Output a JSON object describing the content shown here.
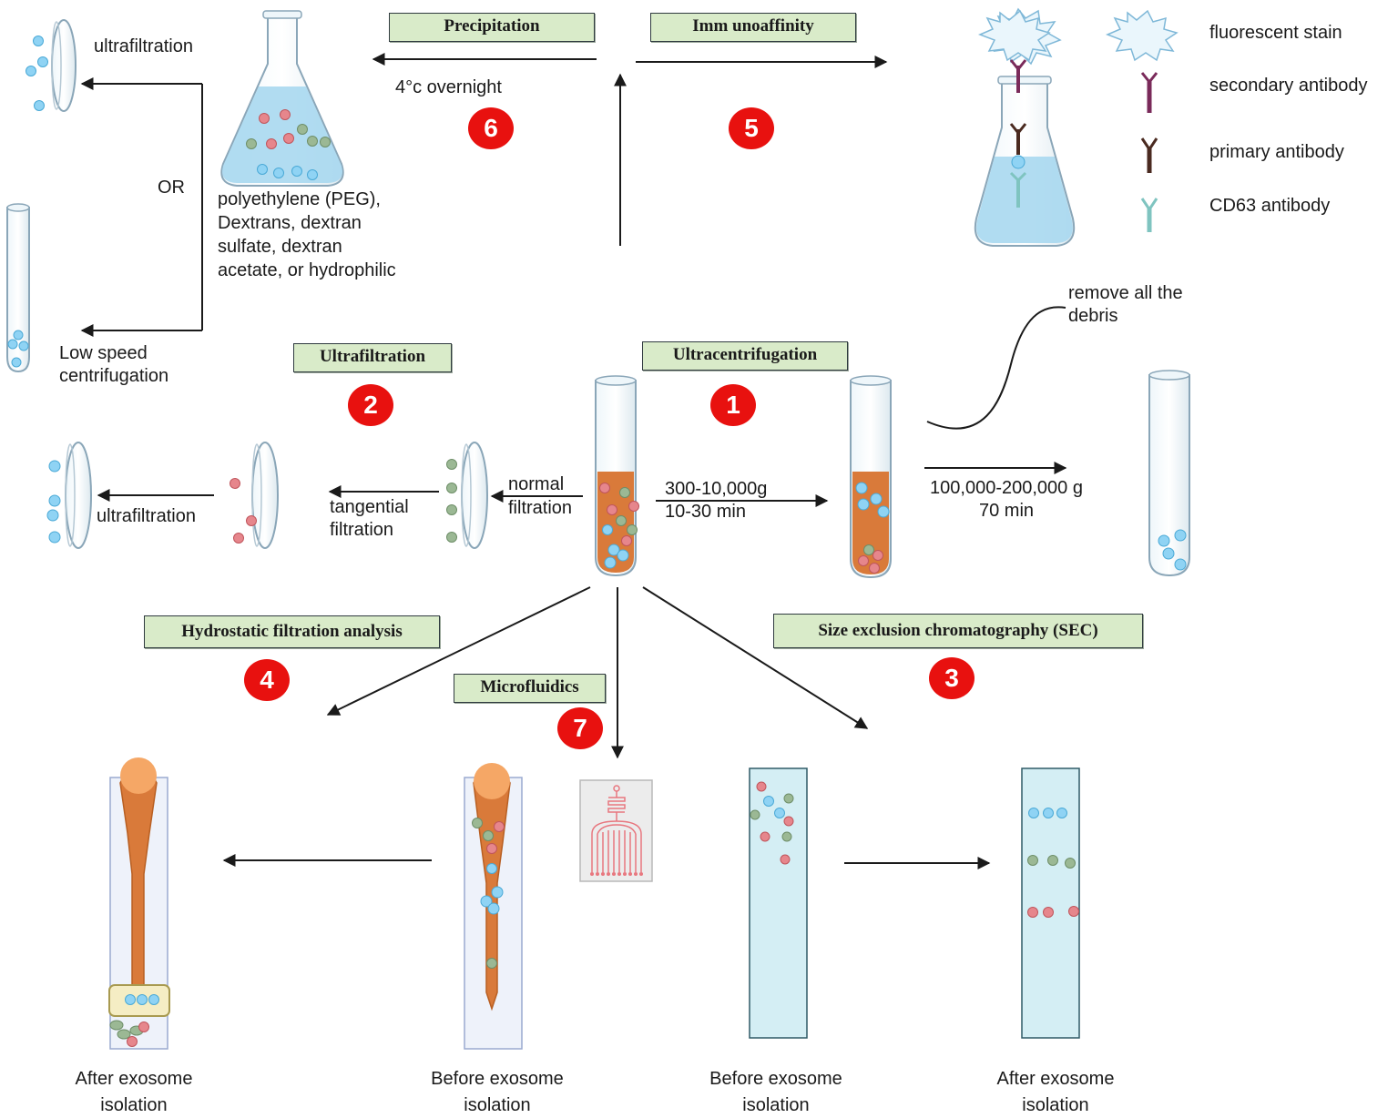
{
  "methods": {
    "precipitation": "Precipitation",
    "immunoaffinity": "Imm unoaffinity",
    "ultrafiltration": "Ultrafiltration",
    "ultracentrifugation": "Ultracentrifugation",
    "hydrostatic": "Hydrostatic filtration analysis",
    "sec": "Size exclusion chromatography (SEC)",
    "microfluidics": "Microfluidics"
  },
  "steps": {
    "one": "1",
    "two": "2",
    "three": "3",
    "four": "4",
    "five": "5",
    "six": "6",
    "seven": "7"
  },
  "labels": {
    "ultrafiltration_top": "ultrafiltration",
    "or": "OR",
    "low_speed": [
      "Low speed",
      "centrifugation"
    ],
    "overnight": "4°c overnight",
    "peg": [
      "polyethylene (PEG),",
      "Dextrans, dextran",
      "sulfate, dextran",
      "acetate, or hydrophilic"
    ],
    "remove_debris": [
      "remove all the",
      "debris"
    ],
    "normal_filtration": [
      "normal",
      "filtration"
    ],
    "tangential_filtration": [
      "tangential",
      "filtration"
    ],
    "ultrafiltration_mid": "ultrafiltration",
    "spin1": [
      "300-10,000g",
      "10-30 min"
    ],
    "spin2": [
      "100,000-200,000 g",
      "70 min"
    ],
    "after1": [
      "After exosome",
      "isolation"
    ],
    "before1": [
      "Before exosome",
      "isolation"
    ],
    "before2": [
      "Before exosome",
      "isolation"
    ],
    "after2": [
      "After exosome",
      "isolation"
    ]
  },
  "legend": [
    {
      "label": "fluorescent stain",
      "icon": "star-burst-icon"
    },
    {
      "label": "secondary antibody",
      "icon": "secondary-antibody-icon",
      "color": "#7a2a5a"
    },
    {
      "label": "primary antibody",
      "icon": "primary-antibody-icon",
      "color": "#4a2a20"
    },
    {
      "label": "CD63 antibody",
      "icon": "cd63-antibody-icon",
      "color": "#7fc4c0"
    }
  ],
  "colors": {
    "badge": "#e8110f",
    "box_fill": "#d9ebc9",
    "blue_particle": "#8fd3f4",
    "red_particle": "#e6868c",
    "green_particle": "#9bb894",
    "tube_fluid": "#d97a3a",
    "flask_fluid": "#a8d8f0",
    "column_fill": "#d4eef4"
  }
}
